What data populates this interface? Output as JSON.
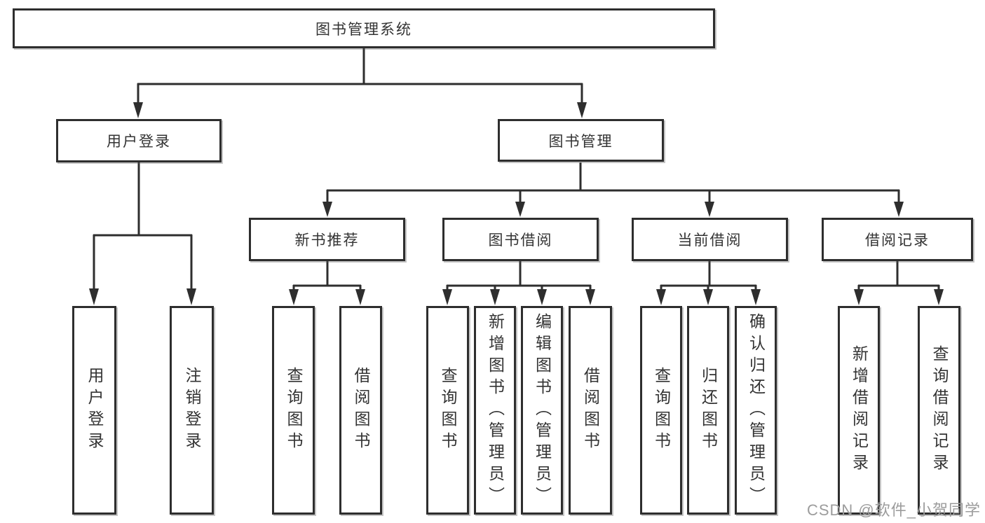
{
  "tree": {
    "root_label": "图书管理系统",
    "branches": [
      {
        "label": "用户登录",
        "children": [
          "用户登录",
          "注销登录"
        ]
      },
      {
        "label": "图书管理",
        "children": [
          {
            "label": "新书推荐",
            "children": [
              "查询图书",
              "借阅图书"
            ]
          },
          {
            "label": "图书借阅",
            "children": [
              "查询图书",
              "新增图书（管理员）",
              "编辑图书（管理员）",
              "借阅图书"
            ]
          },
          {
            "label": "当前借阅",
            "children": [
              "查询图书",
              "归还图书",
              "确认归还（管理员）"
            ]
          },
          {
            "label": "借阅记录",
            "children": [
              "新增借阅记录",
              "查询借阅记录"
            ]
          }
        ]
      }
    ]
  },
  "watermark": {
    "text": "CSDN @软件_小贺同学"
  },
  "colors": {
    "line": "#2e2e2e",
    "text": "#333333",
    "watermark": "#9c9c9c",
    "background": "#ffffff"
  }
}
